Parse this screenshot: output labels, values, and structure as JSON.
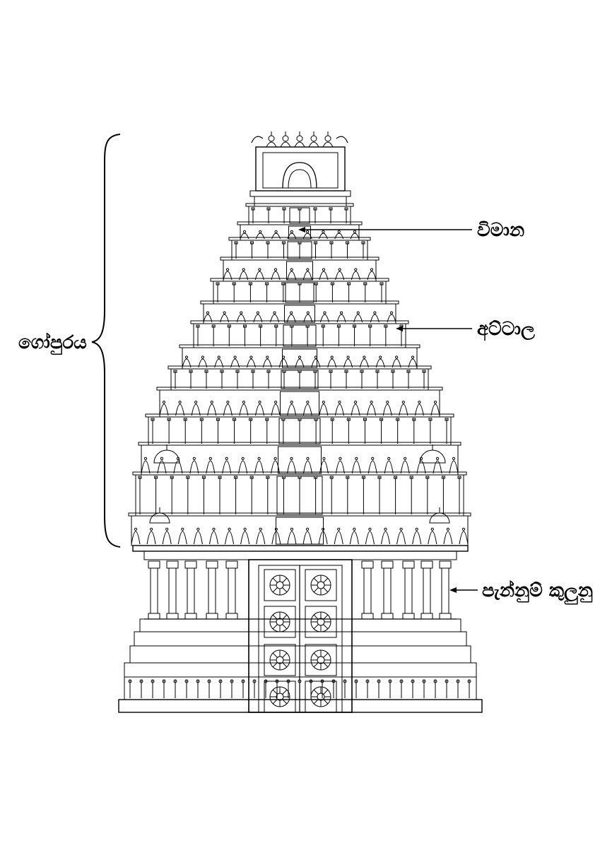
{
  "labels": {
    "gopuraya": "ගෝපුරය",
    "vimana": "විමාන",
    "attala": "අට්ටාල",
    "pannum_kulunu": "පැන්නුම් කුලුනු"
  },
  "colors": {
    "ink": "#000000",
    "background": "#ffffff"
  }
}
